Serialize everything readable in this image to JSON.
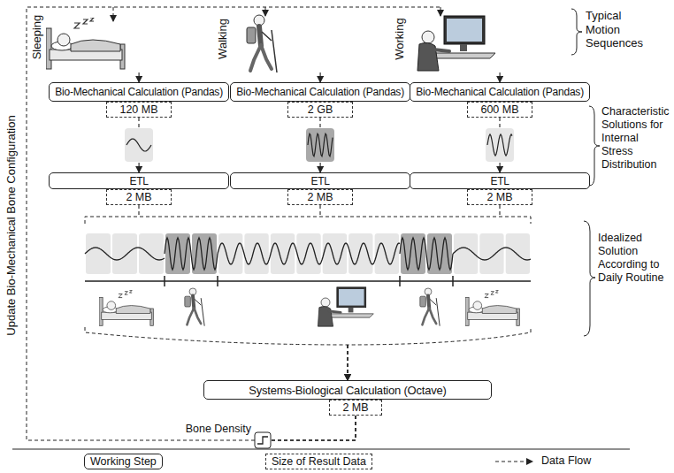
{
  "diagram": {
    "nodes": [
      {
        "text": [
          "Bio-Mechanical Calculation (Pandas)"
        ]
      },
      {
        "text": [
          "120 MB"
        ]
      },
      {
        "text": [
          "ETL"
        ]
      },
      {
        "text": [
          "2 MB"
        ]
      },
      {
        "text": [
          "Bio-Mechanical Calculation (Pandas)"
        ]
      },
      {
        "text": [
          "2 GB"
        ]
      },
      {
        "text": [
          "ETL"
        ]
      },
      {
        "text": [
          "2 MB"
        ]
      },
      {
        "text": [
          "Bio-Mechanical Calculation (Pandas)"
        ]
      },
      {
        "text": [
          "600 MB"
        ]
      },
      {
        "text": [
          "ETL"
        ]
      },
      {
        "text": [
          "2 MB"
        ]
      },
      {
        "text": [
          "Systems-Biological Calculation (Octave)"
        ]
      },
      {
        "text": [
          "2 MB"
        ]
      }
    ],
    "edges": [
      {
        "from": 1,
        "to": 2,
        "arrow": "to"
      },
      {
        "from": 5,
        "to": 6,
        "arrow": "to"
      },
      {
        "from": 9,
        "to": 10,
        "arrow": "to"
      },
      {
        "from": 3,
        "to": 12,
        "arrow": "to"
      },
      {
        "from": 7,
        "to": 12,
        "arrow": "to"
      },
      {
        "from": 11,
        "to": 12,
        "arrow": "to"
      },
      {
        "from": 13,
        "to": 0,
        "arrow": "to"
      },
      {
        "from": 13,
        "to": 4,
        "arrow": "to"
      },
      {
        "from": 13,
        "to": 8,
        "arrow": "to"
      }
    ],
    "labels": [
      "Sleeping",
      "Walking",
      "Working",
      "Typical Motion Sequences",
      "Characteristic Solutions for Internal Stress Distribution",
      "Idealized Solution According to Daily Routine",
      "Update Bio-Mechanical Bone Configuration",
      "Bone Density"
    ],
    "legend": [
      {
        "text": "Working Step"
      },
      {
        "text": "Size of Result Data"
      },
      {
        "text": "Data Flow"
      }
    ]
  }
}
